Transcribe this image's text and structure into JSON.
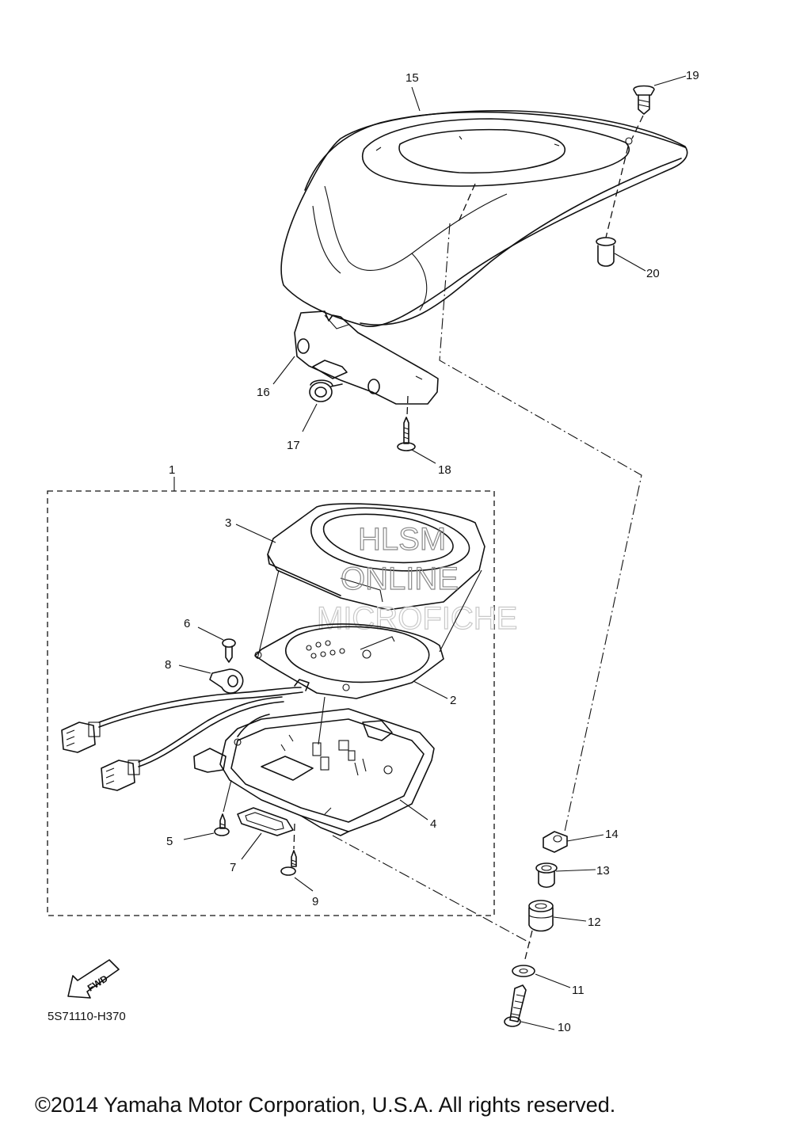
{
  "callouts": {
    "c1": "1",
    "c2": "2",
    "c3": "3",
    "c4": "4",
    "c5": "5",
    "c6": "6",
    "c7": "7",
    "c8": "8",
    "c9": "9",
    "c10": "10",
    "c11": "11",
    "c12": "12",
    "c13": "13",
    "c14": "14",
    "c15": "15",
    "c16": "16",
    "c17": "17",
    "c18": "18",
    "c19": "19",
    "c20": "20"
  },
  "watermark": {
    "line1": "HLSM",
    "line2": "ONLINE",
    "line3": "MICROFICHE"
  },
  "fwd_label": "FWD",
  "diagram_code": "5S71110-H370",
  "copyright": "©2014 Yamaha Motor Corporation, U.S.A. All rights reserved."
}
